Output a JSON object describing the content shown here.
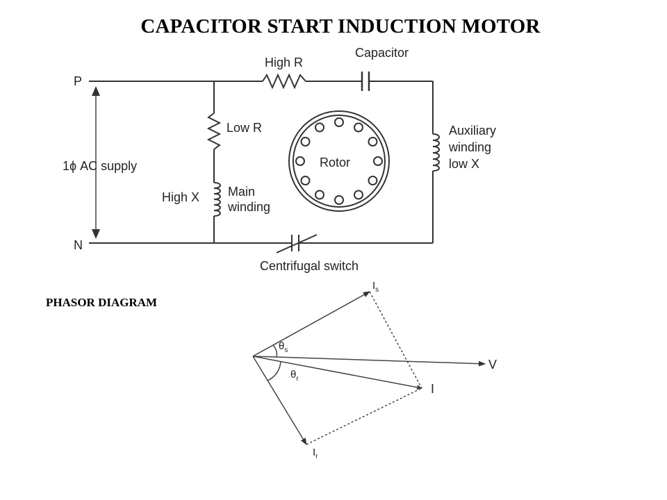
{
  "header": {
    "title": "CAPACITOR START INDUCTION MOTOR"
  },
  "phasor_section": {
    "label": "PHASOR DIAGRAM"
  },
  "circuit": {
    "terminal_p": "P",
    "terminal_n": "N",
    "supply_label": "1ϕ AC supply",
    "high_r": "High R",
    "capacitor": "Capacitor",
    "low_r": "Low R",
    "high_x": "High X",
    "main_winding_line1": "Main",
    "main_winding_line2": "winding",
    "rotor": "Rotor",
    "aux_line1": "Auxiliary",
    "aux_line2": "winding",
    "aux_line3": "low X",
    "centrifugal_switch": "Centrifugal switch"
  },
  "phasor": {
    "is_base": "I",
    "is_sub": "s",
    "v": "V",
    "i": "I",
    "ir_base": "I",
    "ir_sub": "r",
    "theta_s_base": "θ",
    "theta_s_sub": "s",
    "theta_r_base": "θ",
    "theta_r_sub": "r"
  }
}
